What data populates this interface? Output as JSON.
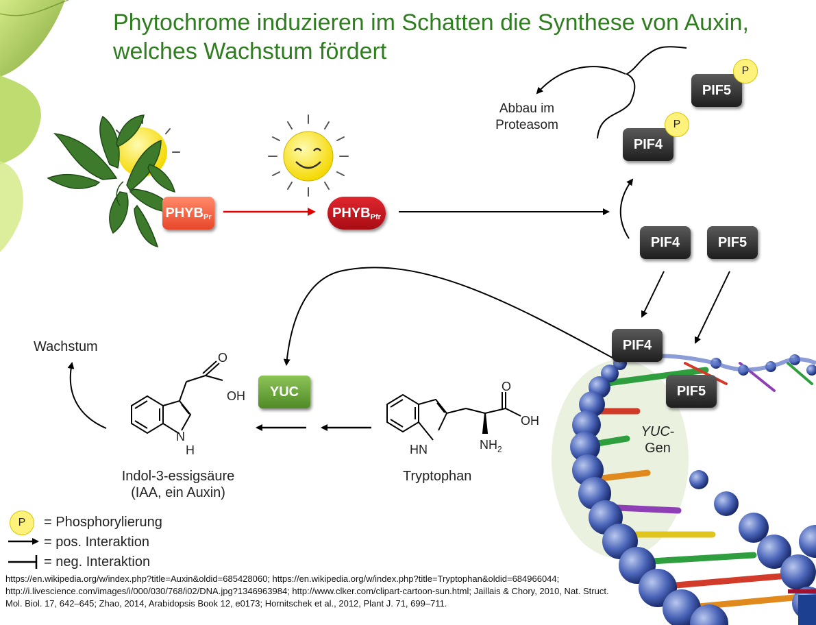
{
  "title_line1": "Phytochrome induzieren im Schatten die Synthese von Auxin,",
  "title_line2": "welches Wachstum fördert",
  "phyb_pr": {
    "name": "PHYB",
    "sub": "Pr"
  },
  "phyb_pfr": {
    "name": "PHYB",
    "sub": "Pfr"
  },
  "pif4": "PIF4",
  "pif5": "PIF5",
  "p_label": "P",
  "proteasome_line1": "Abbau im",
  "proteasome_line2": "Proteasom",
  "yuc": "YUC",
  "yuc_gene_italic": "YUC",
  "yuc_gene_dash": "-",
  "yuc_gene_line2": "Gen",
  "growth": "Wachstum",
  "iaa_line1": "Indol-3-essigsäure",
  "iaa_line2": "(IAA, ein Auxin)",
  "tryptophan": "Tryptophan",
  "chem": {
    "oh": "OH",
    "o": "O",
    "h": "H",
    "n": "N",
    "hn": "HN",
    "nh2": "NH2"
  },
  "legend": {
    "phos": "= Phosphorylierung",
    "pos": "= pos. Interaktion",
    "neg": "= neg. Interaktion"
  },
  "references": "https://en.wikipedia.org/w/index.php?title=Auxin&oldid=685428060; https://en.wikipedia.org/w/index.php?title=Tryptophan&oldid=684966044; http://i.livescience.com/images/i/000/030/768/i02/DNA.jpg?1346963984; http://www.clker.com/clipart-cartoon-sun.html; Jaillais & Chory, 2010, Nat. Struct. Mol. Biol. 17, 642–645; Zhao, 2014, Arabidopsis Book 12, e0173; Hornitschek et al., 2012, Plant J. 71, 699–711.",
  "colors": {
    "title": "#2e7d1f",
    "phyb_pr": "#f2613f",
    "phyb_pfr": "#c8141c",
    "yuc": "#6aa53a",
    "pif": "#333333",
    "badge": "#fff27a"
  }
}
